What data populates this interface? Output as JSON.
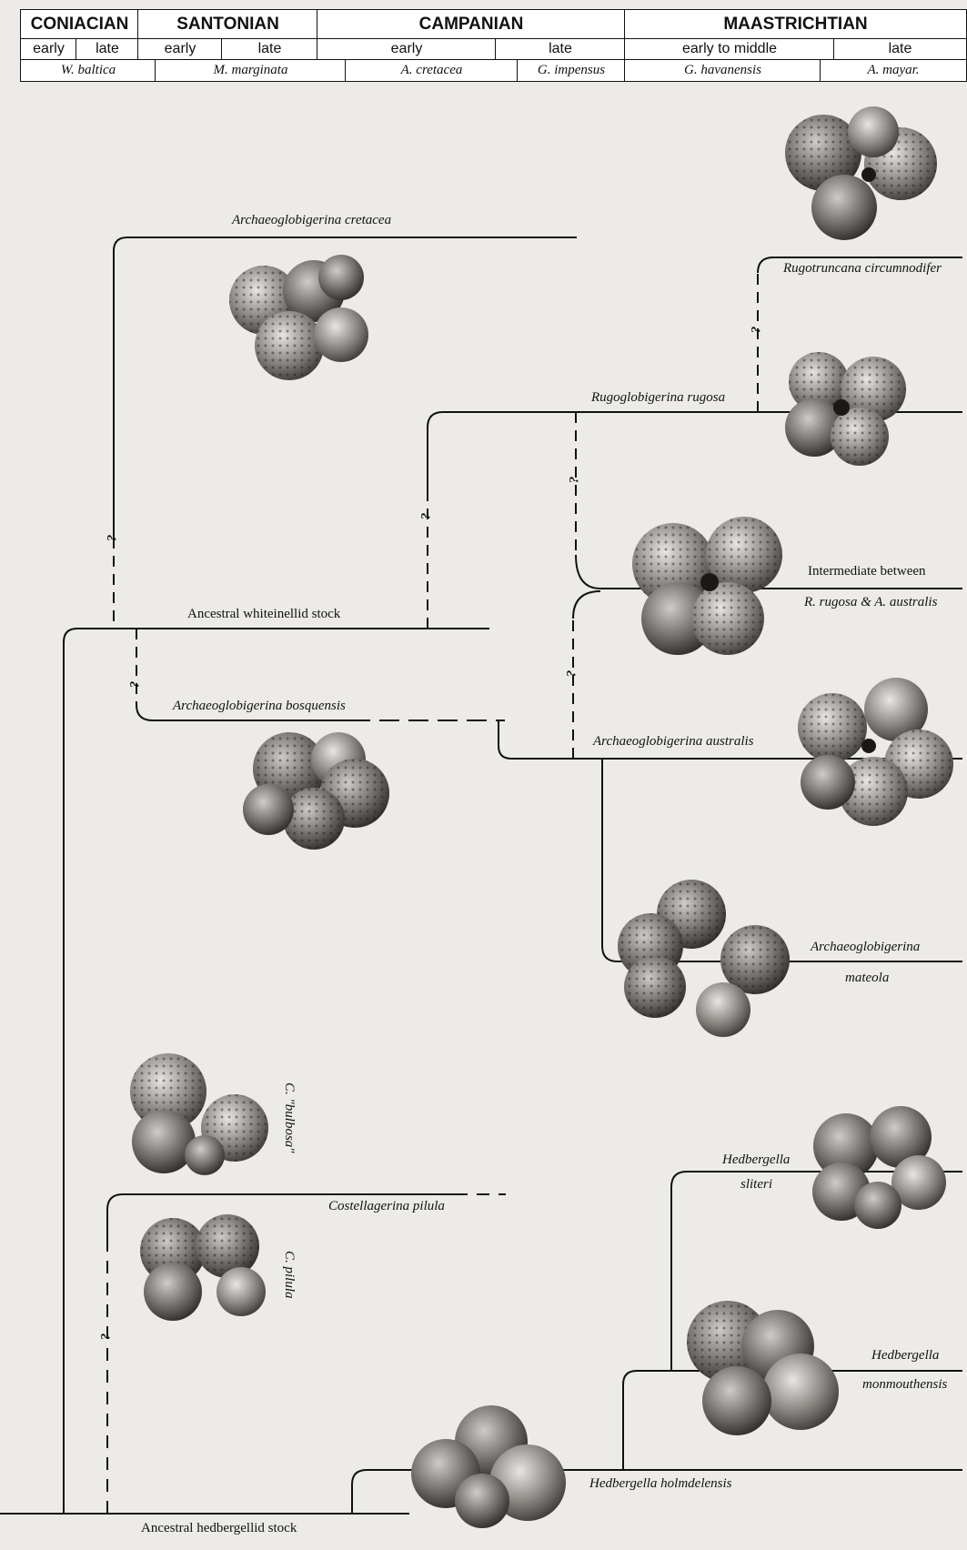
{
  "stages": [
    {
      "label": "CONIACIAN"
    },
    {
      "label": "SANTONIAN"
    },
    {
      "label": "CAMPANIAN"
    },
    {
      "label": "MAASTRICHTIAN"
    }
  ],
  "substages": [
    "early",
    "late",
    "early",
    "late",
    "early",
    "late",
    "early to middle",
    "late"
  ],
  "zones": [
    "W. baltica",
    "M. marginata",
    "A. cretacea",
    "G. impensus",
    "G. havanensis",
    "A. mayar."
  ],
  "taxa": {
    "a_cretacea": "Archaeoglobigerina cretacea",
    "r_circumnodifer": "Rugotruncana circumnodifer",
    "r_rugosa": "Rugoglobigerina rugosa",
    "intermediate_1": "Intermediate between",
    "intermediate_2": "R. rugosa & A. australis",
    "whiteinellid": "Ancestral whiteinellid stock",
    "a_bosquensis": "Archaeoglobigerina bosquensis",
    "a_australis": "Archaeoglobigerina australis",
    "a_mateola_1": "Archaeoglobigerina",
    "a_mateola_2": "mateola",
    "c_bulbosa": "C. \"bulbosa\"",
    "c_pilula_full": "Costellagerina pilula",
    "c_pilula": "C. pilula",
    "h_sliteri_1": "Hedbergella",
    "h_sliteri_2": "sliteri",
    "h_monmouthensis_1": "Hedbergella",
    "h_monmouthensis_2": "monmouthensis",
    "h_holmdelensis": "Hedbergella holmdelensis",
    "hedbergellid": "Ancestral hedbergellid stock"
  },
  "uncertain_mark": "?"
}
